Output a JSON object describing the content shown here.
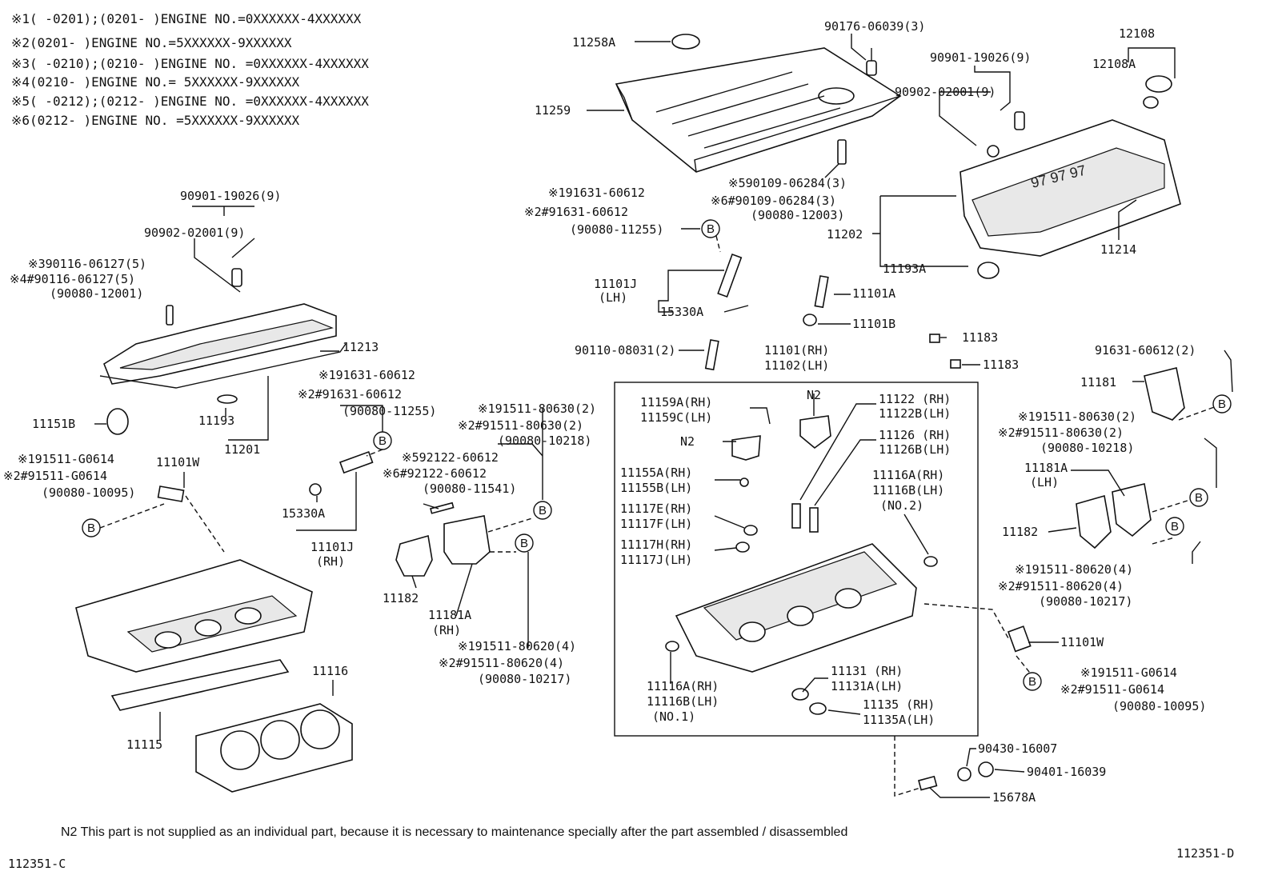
{
  "notes": [
    "※1(      -0201);(0201-      )ENGINE NO.=0XXXXXX-4XXXXXX",
    "※2(0201-      )ENGINE NO.=5XXXXXX-9XXXXXX",
    "※3(      -0210);(0210-      )ENGINE NO. =0XXXXXX-4XXXXXX",
    "※4(0210-      )ENGINE NO.= 5XXXXXX-9XXXXXX",
    "※5(      -0212);(0212-      )ENGINE NO. =0XXXXXX-4XXXXXX",
    "※6(0212-      )ENGINE NO. =5XXXXXX-9XXXXXX"
  ],
  "footnote": "N2  This part is not supplied as an individual part, because it is necessary to maintenance specially after the part assembled / disassembled",
  "figure_left": "112351-C",
  "figure_right": "112351-D",
  "bubble": "B",
  "labels": {
    "p11258A": "11258A",
    "p11259": "11259",
    "p90176": "90176-06039(3)",
    "p90901r": "90901-19026(9)",
    "p90902r": "90902-02001(9)",
    "p12108": "12108",
    "p12108A": "12108A",
    "p11202": "11202",
    "p11214": "11214",
    "p11193A": "11193A",
    "s5_90109": "※590109-06284(3)",
    "s6_90109": "※6#90109-06284(3)",
    "p90080_12003": "(90080-12003)",
    "s1_91631a": "※191631-60612",
    "s2_91631a": "※2#91631-60612",
    "p90080_11255a": "(90080-11255)",
    "p11101J_lh": "11101J",
    "lh_a": "(LH)",
    "p15330A_a": "15330A",
    "p11101A": "11101A",
    "p11101B": "11101B",
    "p90110": "90110-08031(2)",
    "p11101": "11101(RH)",
    "p11102": "11102(LH)",
    "p11183a": "11183",
    "p11183b": "11183",
    "p91631_r": "91631-60612(2)",
    "p11181": "11181",
    "p90901l": "90901-19026(9)",
    "p90902l": "90902-02001(9)",
    "s3_90116": "※390116-06127(5)",
    "s4_90116": "※4#90116-06127(5)",
    "p90080_12001": "(90080-12001)",
    "p11213": "11213",
    "p11151B": "11151B",
    "p11193": "11193",
    "p11201": "11201",
    "s1_91631b": "※191631-60612",
    "s2_91631b": "※2#91631-60612",
    "p90080_11255b": "(90080-11255)",
    "s1_g0614_l": "※191511-G0614",
    "s2_g0614_l": "※2#91511-G0614",
    "p90080_10095_l": "(90080-10095)",
    "p11101W_l": "11101W",
    "p15330A_b": "15330A",
    "p11101J_rh": "11101J",
    "rh_a": "(RH)",
    "s1_80630_l": "※191511-80630(2)",
    "s2_80630_l": "※2#91511-80630(2)",
    "p90080_10218_l": "(90080-10218)",
    "s5_92122": "※592122-60612",
    "s6_92122": "※6#92122-60612",
    "p90080_11541": "(90080-11541)",
    "p11182_l": "11182",
    "p11181A_l": "11181A",
    "rh_b": "(RH)",
    "s1_80620_l": "※191511-80620(4)",
    "s2_80620_l": "※2#91511-80620(4)",
    "p90080_10217_l": "(90080-10217)",
    "p11116": "11116",
    "p11115": "11115",
    "p11159A": "11159A(RH)",
    "p11159C": "11159C(LH)",
    "n2_a": "N2",
    "n2_b": "N2",
    "p11155A": "11155A(RH)",
    "p11155B": "11155B(LH)",
    "p11117E": "11117E(RH)",
    "p11117F": "11117F(LH)",
    "p11117H": "11117H(RH)",
    "p11117J": "11117J(LH)",
    "p11122": "11122 (RH)",
    "p11122B": "11122B(LH)",
    "p11126": "11126 (RH)",
    "p11126B": "11126B(LH)",
    "p11116A_r": "11116A(RH)",
    "p11116B_r": "11116B(LH)",
    "no2": "(NO.2)",
    "p11116A_b": "11116A(RH)",
    "p11116B_b": "11116B(LH)",
    "no1": "(NO.1)",
    "p11131": "11131 (RH)",
    "p11131A": "11131A(LH)",
    "p11135": "11135 (RH)",
    "p11135A": "11135A(LH)",
    "s1_80630_r": "※191511-80630(2)",
    "s2_80630_r": "※2#91511-80630(2)",
    "p90080_10218_r": "(90080-10218)",
    "p11181A_r": "11181A",
    "lh_b": "(LH)",
    "p11182_r": "11182",
    "s1_80620_r": "※191511-80620(4)",
    "s2_80620_r": "※2#91511-80620(4)",
    "p90080_10217_r": "(90080-10217)",
    "p11101W_r": "11101W",
    "s1_g0614_r": "※191511-G0614",
    "s2_g0614_r": "※2#91511-G0614",
    "p90080_10095_r": "(90080-10095)",
    "p90430": "90430-16007",
    "p90401": "90401-16039",
    "p15678A": "15678A"
  }
}
